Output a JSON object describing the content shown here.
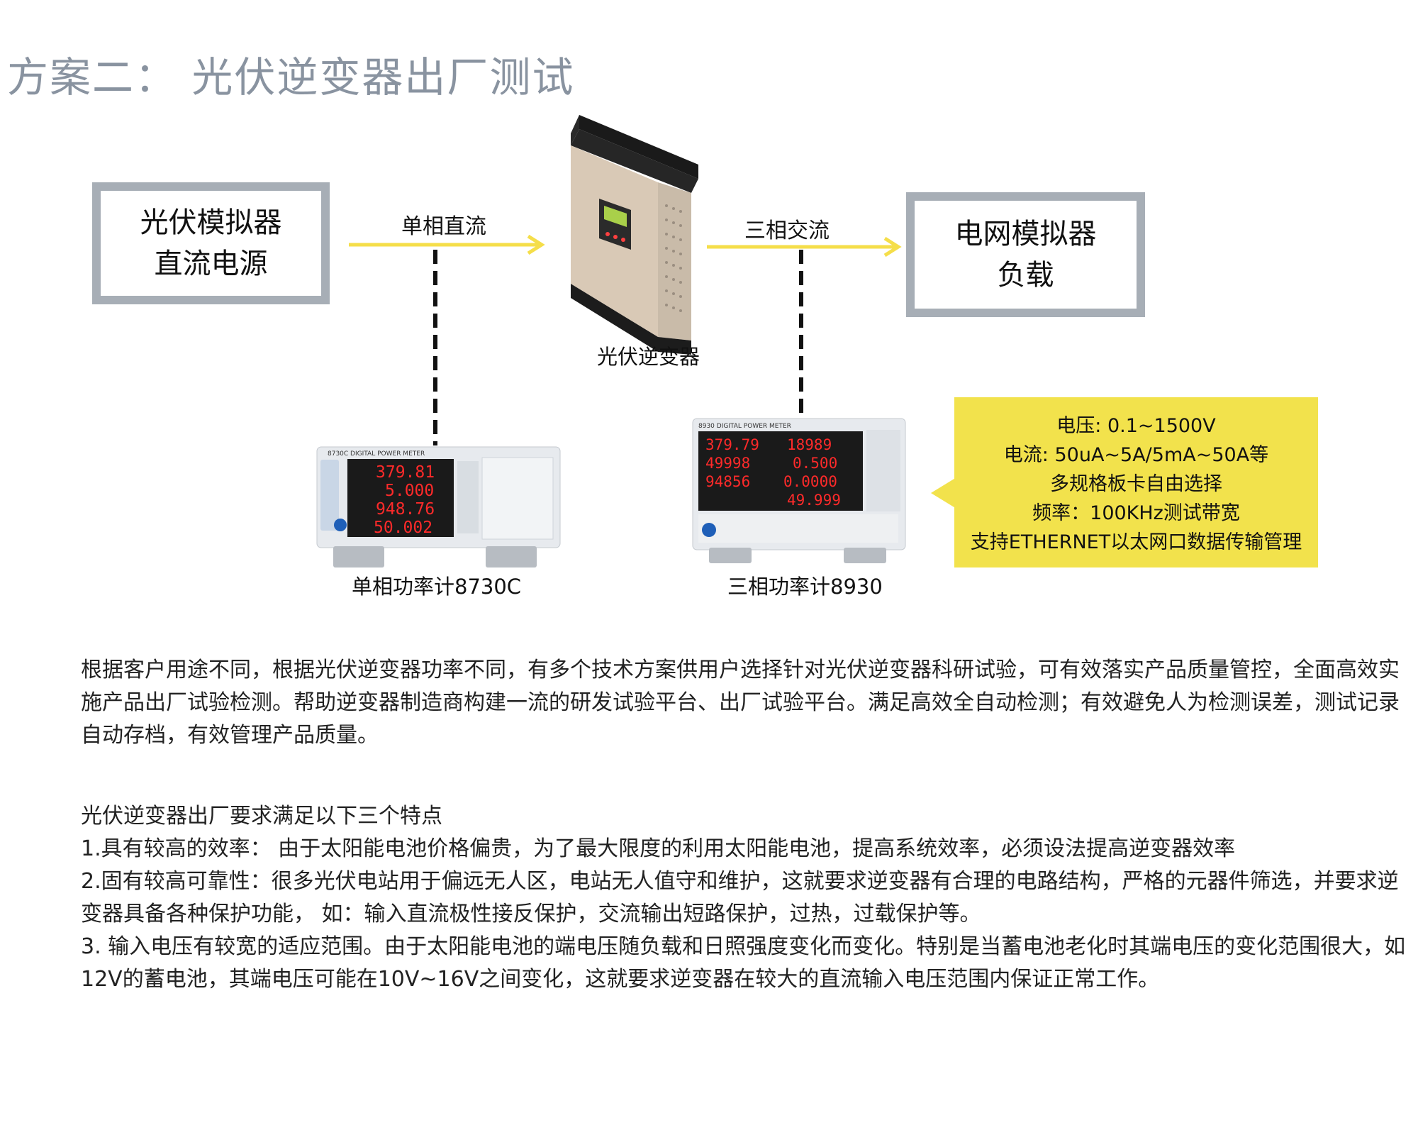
{
  "title": "方案二：  光伏逆变器出厂测试",
  "boxes": {
    "left": {
      "line1": "光伏模拟器",
      "line2": "直流电源"
    },
    "right": {
      "line1": "电网模拟器",
      "line2": "负载"
    }
  },
  "flows": {
    "dc": "单相直流",
    "ac": "三相交流"
  },
  "devices": {
    "inverter": "光伏逆变器",
    "meter_single": {
      "label": "单相功率计8730C",
      "model": "8730C",
      "readings": [
        "379.81",
        "5.000",
        "948.76",
        "50.002"
      ]
    },
    "meter_three": {
      "label": "三相功率计8930",
      "model": "8930",
      "readings": [
        "379.79",
        "18989",
        "49998",
        "0.500",
        "94856",
        "0.0000",
        "49.999"
      ]
    }
  },
  "spec": [
    "电压: 0.1~1500V",
    "电流: 50uA~5A/5mA~50A等",
    "多规格板卡自由选择",
    "频率：100KHz测试带宽",
    "支持ETHERNET以太网口数据传输管理"
  ],
  "paragraph1": "根据客户用途不同，根据光伏逆变器功率不同，有多个技术方案供用户选择针对光伏逆变器科研试验，可有效落实产品质量管控，全面高效实施产品出厂试验检测。帮助逆变器制造商构建一流的研发试验平台、出厂试验平台。满足高效全自动检测；有效避免人为检测误差，测试记录自动存档，有效管理产品质量。",
  "paragraph2": [
    "光伏逆变器出厂要求满足以下三个特点",
    "1.具有较高的效率： 由于太阳能电池价格偏贵，为了最大限度的利用太阳能电池，提高系统效率，必须设法提高逆变器效率",
    "2.固有较高可靠性：很多光伏电站用于偏远无人区，电站无人值守和维护，这就要求逆变器有合理的电路结构，严格的元器件筛选，并要求逆变器具备各种保护功能， 如：输入直流极性接反保护，交流输出短路保护，过热，过载保护等。",
    "3. 输入电压有较宽的适应范围。由于太阳能电池的端电压随负载和日照强度变化而变化。特别是当蓄电池老化时其端电压的变化范围很大，如12V的蓄电池，其端电压可能在10V~16V之间变化，这就要求逆变器在较大的直流输入电压范围内保证正常工作。"
  ],
  "colors": {
    "arrow": "#f5de4a",
    "box_border": "#a7aeb6",
    "title": "#8993a0",
    "spec_bg": "#f2e24c",
    "led": "#ff2a2a"
  }
}
